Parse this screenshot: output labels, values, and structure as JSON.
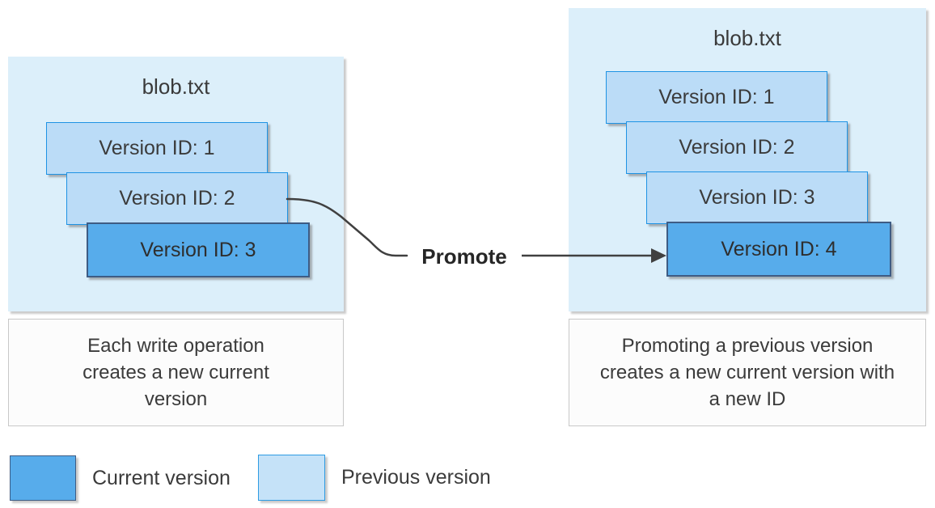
{
  "panels": {
    "before": {
      "file_name": "blob.txt",
      "versions": [
        {
          "label": "Version ID: 1",
          "state": "previous"
        },
        {
          "label": "Version ID: 2",
          "state": "previous"
        },
        {
          "label": "Version ID: 3",
          "state": "current"
        }
      ],
      "caption": "Each write operation creates a new current version"
    },
    "after": {
      "file_name": "blob.txt",
      "versions": [
        {
          "label": "Version ID: 1",
          "state": "previous"
        },
        {
          "label": "Version ID: 2",
          "state": "previous"
        },
        {
          "label": "Version ID: 3",
          "state": "previous"
        },
        {
          "label": "Version ID: 4",
          "state": "current"
        }
      ],
      "caption": "Promoting a previous version creates a new current version with a new ID"
    }
  },
  "action": {
    "label": "Promote"
  },
  "legend": {
    "items": [
      {
        "label": "Current version",
        "state": "current"
      },
      {
        "label": "Previous version",
        "state": "previous"
      }
    ]
  },
  "colors": {
    "panel_fill": "#DCEFFA",
    "previous_fill": "#BBDCF7",
    "previous_border": "#1E93E4",
    "current_fill": "#57ACEB",
    "current_border": "#3E5C84",
    "connector": "#404040",
    "text": "#3B3B3B"
  }
}
